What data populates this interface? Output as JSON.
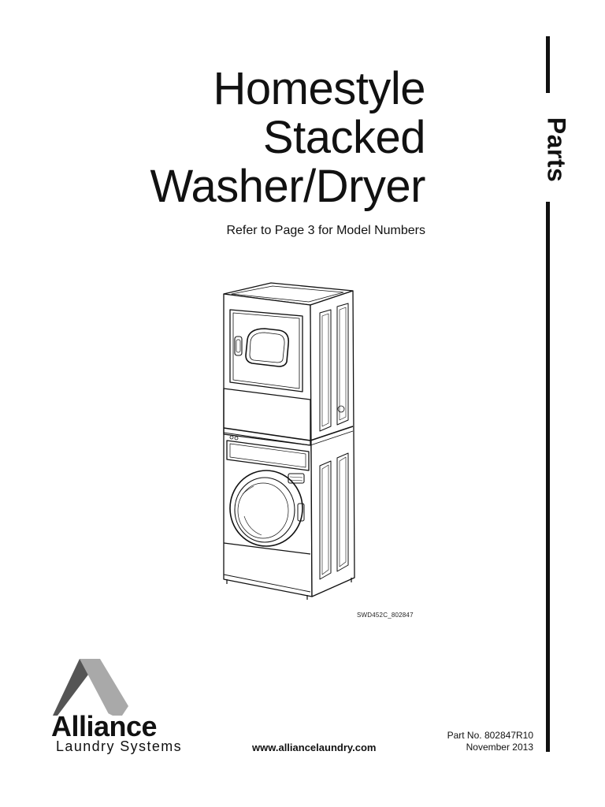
{
  "document": {
    "title_lines": [
      "Homestyle",
      "Stacked",
      "Washer/Dryer"
    ],
    "subtitle": "Refer to Page 3 for Model Numbers",
    "side_label": "Parts",
    "figure_code": "SWD452C_802847",
    "brand": {
      "name": "Alliance",
      "tagline": "Laundry Systems"
    },
    "website": "www.alliancelaundry.com",
    "part_number": "Part No. 802847R10",
    "date": "November 2013"
  },
  "colors": {
    "text": "#111111",
    "logo_light_gray": "#a9a9a9",
    "logo_dark_gray": "#555555"
  },
  "icons": {
    "illustration": "stacked-washer-dryer-illustration",
    "logo_mark": "alliance-triangle-logo"
  }
}
